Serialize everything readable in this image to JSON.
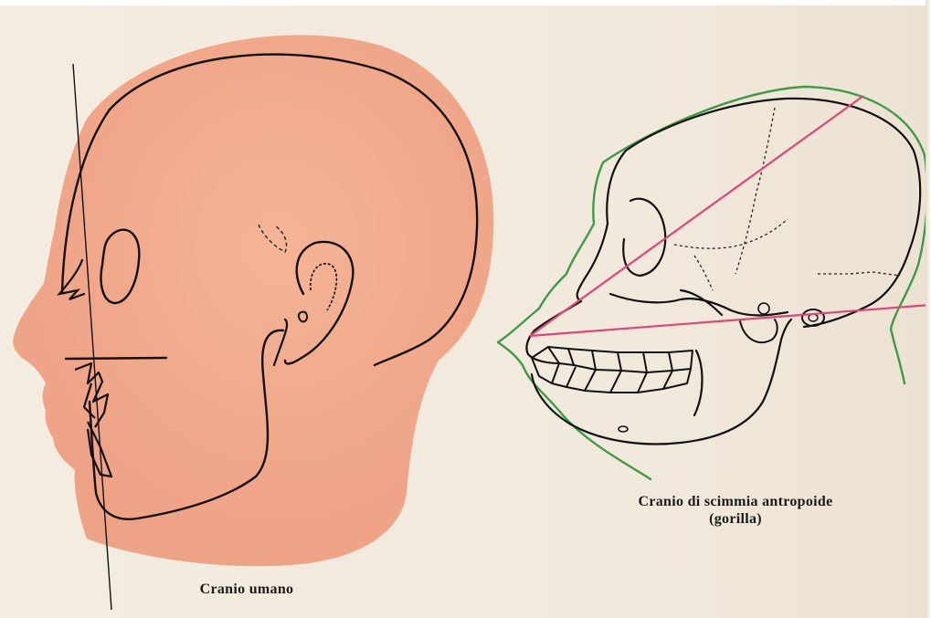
{
  "labels": {
    "human_skull": "Cranio umano",
    "ape_skull_line1": "Cranio di scimmia antropoide",
    "ape_skull_line2": "(gorilla)"
  },
  "colors": {
    "paper": "#f1e9dc",
    "skin": "#f0a98a",
    "outline": "#111111",
    "facial_angle_line": "#e0457a",
    "soft_tissue_outline": "#3e9a48"
  }
}
